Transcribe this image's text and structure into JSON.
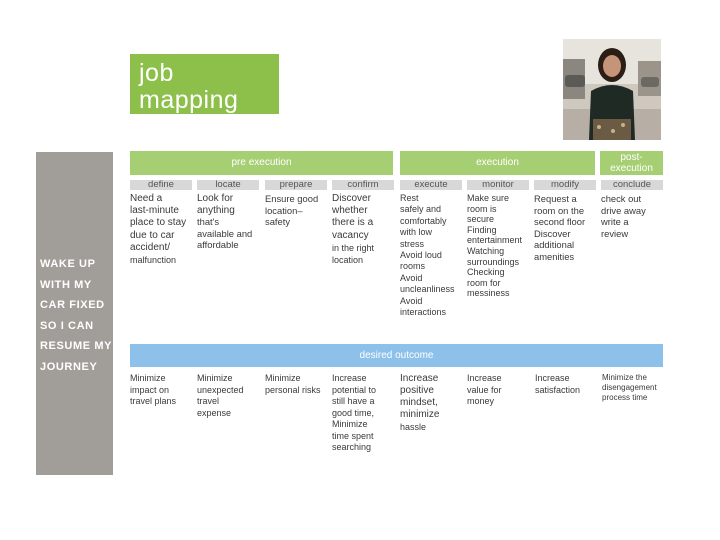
{
  "title": {
    "line1": "job",
    "line2": "mapping"
  },
  "side_label": [
    "WAKE UP",
    "WITH MY",
    "CAR FIXED",
    "SO I CAN",
    "RESUME MY",
    "JOURNEY"
  ],
  "phases": {
    "pre_execution": "pre execution",
    "execution": "execution",
    "post_execution_1": "post-",
    "post_execution_2": "execution"
  },
  "steps": [
    "define",
    "locate",
    "prepare",
    "confirm",
    "execute",
    "monitor",
    "modify",
    "conclude"
  ],
  "step_details": [
    [
      "Need a",
      "last-minute",
      "place to stay",
      "due to car",
      "accident/",
      "malfunction"
    ],
    [
      "Look for",
      "anything",
      "that's",
      "available and",
      "affordable"
    ],
    [
      "Ensure good",
      "location–",
      "safety"
    ],
    [
      "Discover",
      "whether",
      "there is a",
      "vacancy",
      "in the right",
      "location"
    ],
    [
      "Rest",
      "safely and",
      "comfortably",
      "with low",
      "stress",
      "Avoid loud",
      "rooms",
      "Avoid",
      "uncleanliness",
      "Avoid",
      "interactions"
    ],
    [
      "Make sure",
      "room is",
      "secure",
      "Finding",
      "entertainment",
      "Watching",
      "surroundings",
      "Checking",
      "room for",
      "messiness"
    ],
    [
      "Request a",
      "room on the",
      "second floor",
      "Discover",
      "additional",
      "amenities"
    ],
    [
      "check out",
      "drive away",
      "write a",
      "review"
    ]
  ],
  "outcome_header": "desired outcome",
  "outcomes": [
    [
      "Minimize",
      "impact on",
      "travel plans"
    ],
    [
      "Minimize",
      "unexpected",
      "travel",
      "expense"
    ],
    [
      "Minimize",
      "personal risks"
    ],
    [
      "Increase",
      "potential to",
      "still have a",
      "good time,",
      "Minimize",
      "time spent",
      "searching"
    ],
    [
      "Increase",
      "positive",
      "mindset,",
      "minimize",
      "hassle"
    ],
    [
      "Increase",
      "value for",
      "money"
    ],
    [
      "Increase",
      "satisfaction"
    ],
    [
      "Minimize the",
      "disengagement",
      "process time"
    ]
  ]
}
